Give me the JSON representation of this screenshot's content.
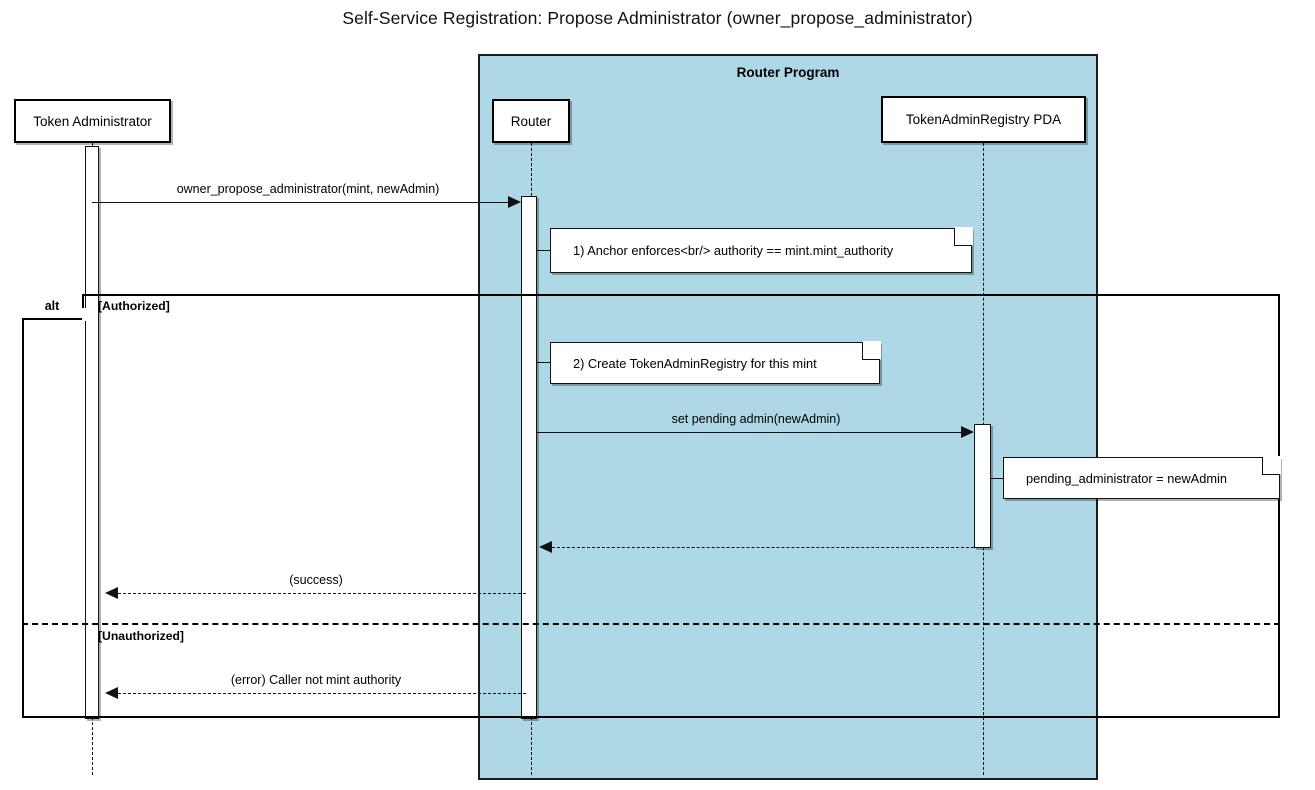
{
  "diagram": {
    "type": "uml-sequence-diagram",
    "title": "Self-Service Registration: Propose Administrator (owner_propose_administrator)",
    "colors": {
      "group_fill": "#aed8e6",
      "stroke": "#111111",
      "participant_fill": "#ffffff",
      "note_fill": "#ffffff"
    },
    "groups": [
      {
        "id": "router-program",
        "label": "Router Program"
      }
    ],
    "participants": [
      {
        "id": "token-admin",
        "label": "Token Administrator",
        "group": null
      },
      {
        "id": "router",
        "label": "Router",
        "group": "router-program"
      },
      {
        "id": "registry-pda",
        "label": "TokenAdminRegistry PDA",
        "group": "router-program"
      }
    ],
    "messages": [
      {
        "id": "m1",
        "label": "owner_propose_administrator(mint, newAdmin)",
        "from": "token-admin",
        "to": "router",
        "style": "solid",
        "arrow": "filled",
        "direction": "right"
      },
      {
        "id": "m2",
        "label": "set pending admin(newAdmin)",
        "from": "router",
        "to": "registry-pda",
        "style": "solid",
        "arrow": "filled",
        "direction": "right"
      },
      {
        "id": "m3",
        "label": "",
        "from": "registry-pda",
        "to": "router",
        "style": "dashed",
        "arrow": "filled",
        "direction": "left"
      },
      {
        "id": "m4",
        "label": "(success)",
        "from": "router",
        "to": "token-admin",
        "style": "dashed",
        "arrow": "filled",
        "direction": "left"
      },
      {
        "id": "m5",
        "label": "(error) Caller not mint authority",
        "from": "router",
        "to": "token-admin",
        "style": "dashed",
        "arrow": "filled",
        "direction": "left"
      }
    ],
    "notes": [
      {
        "id": "n1",
        "text": "1) Anchor enforces<br/> authority == mint.mint_authority",
        "anchor": "router"
      },
      {
        "id": "n2",
        "text": "2) Create TokenAdminRegistry for this mint",
        "anchor": "router"
      },
      {
        "id": "n3",
        "text": "pending_administrator = newAdmin",
        "anchor": "registry-pda"
      }
    ],
    "fragments": [
      {
        "id": "alt-1",
        "operator": "alt",
        "operands": [
          {
            "guard": "[Authorized]"
          },
          {
            "guard": "[Unauthorized]"
          }
        ]
      }
    ]
  }
}
